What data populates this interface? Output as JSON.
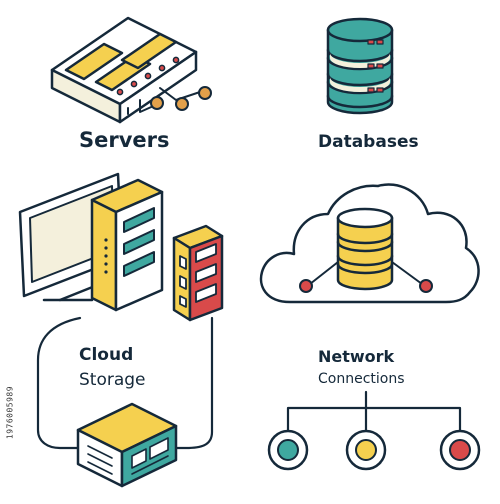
{
  "colors": {
    "outline": "#15293a",
    "yellow": "#f5d04f",
    "teal": "#3fa8a0",
    "red": "#d94a4a",
    "cream": "#f4f0dc",
    "orange": "#e2a04a"
  },
  "labels": {
    "servers": "Servers",
    "databases": "Databases",
    "cloud": "Cloud",
    "storage": "Storage",
    "network": "Network",
    "connections": "Connections"
  },
  "icons": [
    "server-rack-icon",
    "database-stack-icon",
    "computer-monitor-icon",
    "tall-server-icon",
    "small-server-icon",
    "storage-box-icon",
    "cloud-database-icon",
    "network-nodes-icon"
  ],
  "watermark": "1976005989"
}
